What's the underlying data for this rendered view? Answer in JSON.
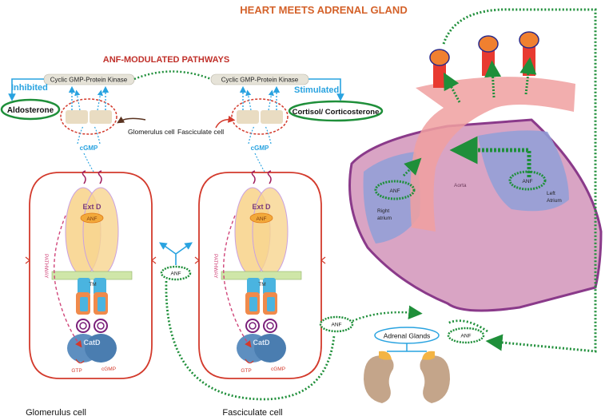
{
  "title": "HEART MEETS ADRENAL GLAND",
  "subtitle": "ANF-MODULATED PATHWAYS",
  "left_kinase": "Cyclic  GMP-Protein Kinase",
  "right_kinase": "Cyclic  GMP-Protein Kinase",
  "inhibited": "Inhibited",
  "stimulated": "Stimulated",
  "aldosterone": "Aldosterone",
  "cortisol": "Cortisol/ Corticosterone",
  "glomerulus_cell_arrow": "Glomerulus cell",
  "fasciculate_cell_arrow": "Fasciculate cell",
  "cgmp": "cGMP",
  "ext_d": "Ext D",
  "anf": "ANF",
  "cat_d": "CatD",
  "tm": "TM",
  "gtp": "GTP",
  "pathway": "PATHWAY",
  "glomerulus_caption": "Glomerulus cell",
  "fasciculate_caption": "Fasciculate cell",
  "adrenal_glands": "Adrenal Glands",
  "aorta": "Aorta",
  "right_atrium": "Right\natrium",
  "left_atrium": "Left\nAtrium",
  "colors": {
    "title_orange": "#d4622a",
    "subtitle_red": "#c0302a",
    "green": "#1f8f3a",
    "blue_arrow": "#29a3e0",
    "cell_red": "#d33a2c",
    "ext_yellow": "#f8d58f",
    "heart_pink": "#d9a4c4",
    "heart_border": "#8a3a8a",
    "atrium_blue": "#8fa0d8",
    "aorta_pink": "#f0a0a0"
  }
}
